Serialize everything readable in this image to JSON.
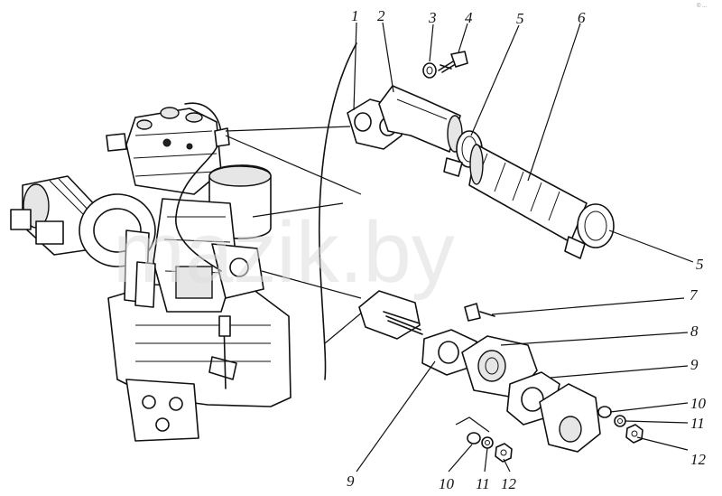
{
  "watermark": "mazik.by",
  "corner_mark": "© ...",
  "callouts": {
    "c1": "1",
    "c2": "2",
    "c3": "3",
    "c4": "4",
    "c5a": "5",
    "c5b": "5",
    "c6": "6",
    "c7": "7",
    "c8": "8",
    "c9a": "9",
    "c9b": "9",
    "c10a": "10",
    "c10b": "10",
    "c11a": "11",
    "c11b": "11",
    "c12a": "12",
    "c12b": "12"
  }
}
